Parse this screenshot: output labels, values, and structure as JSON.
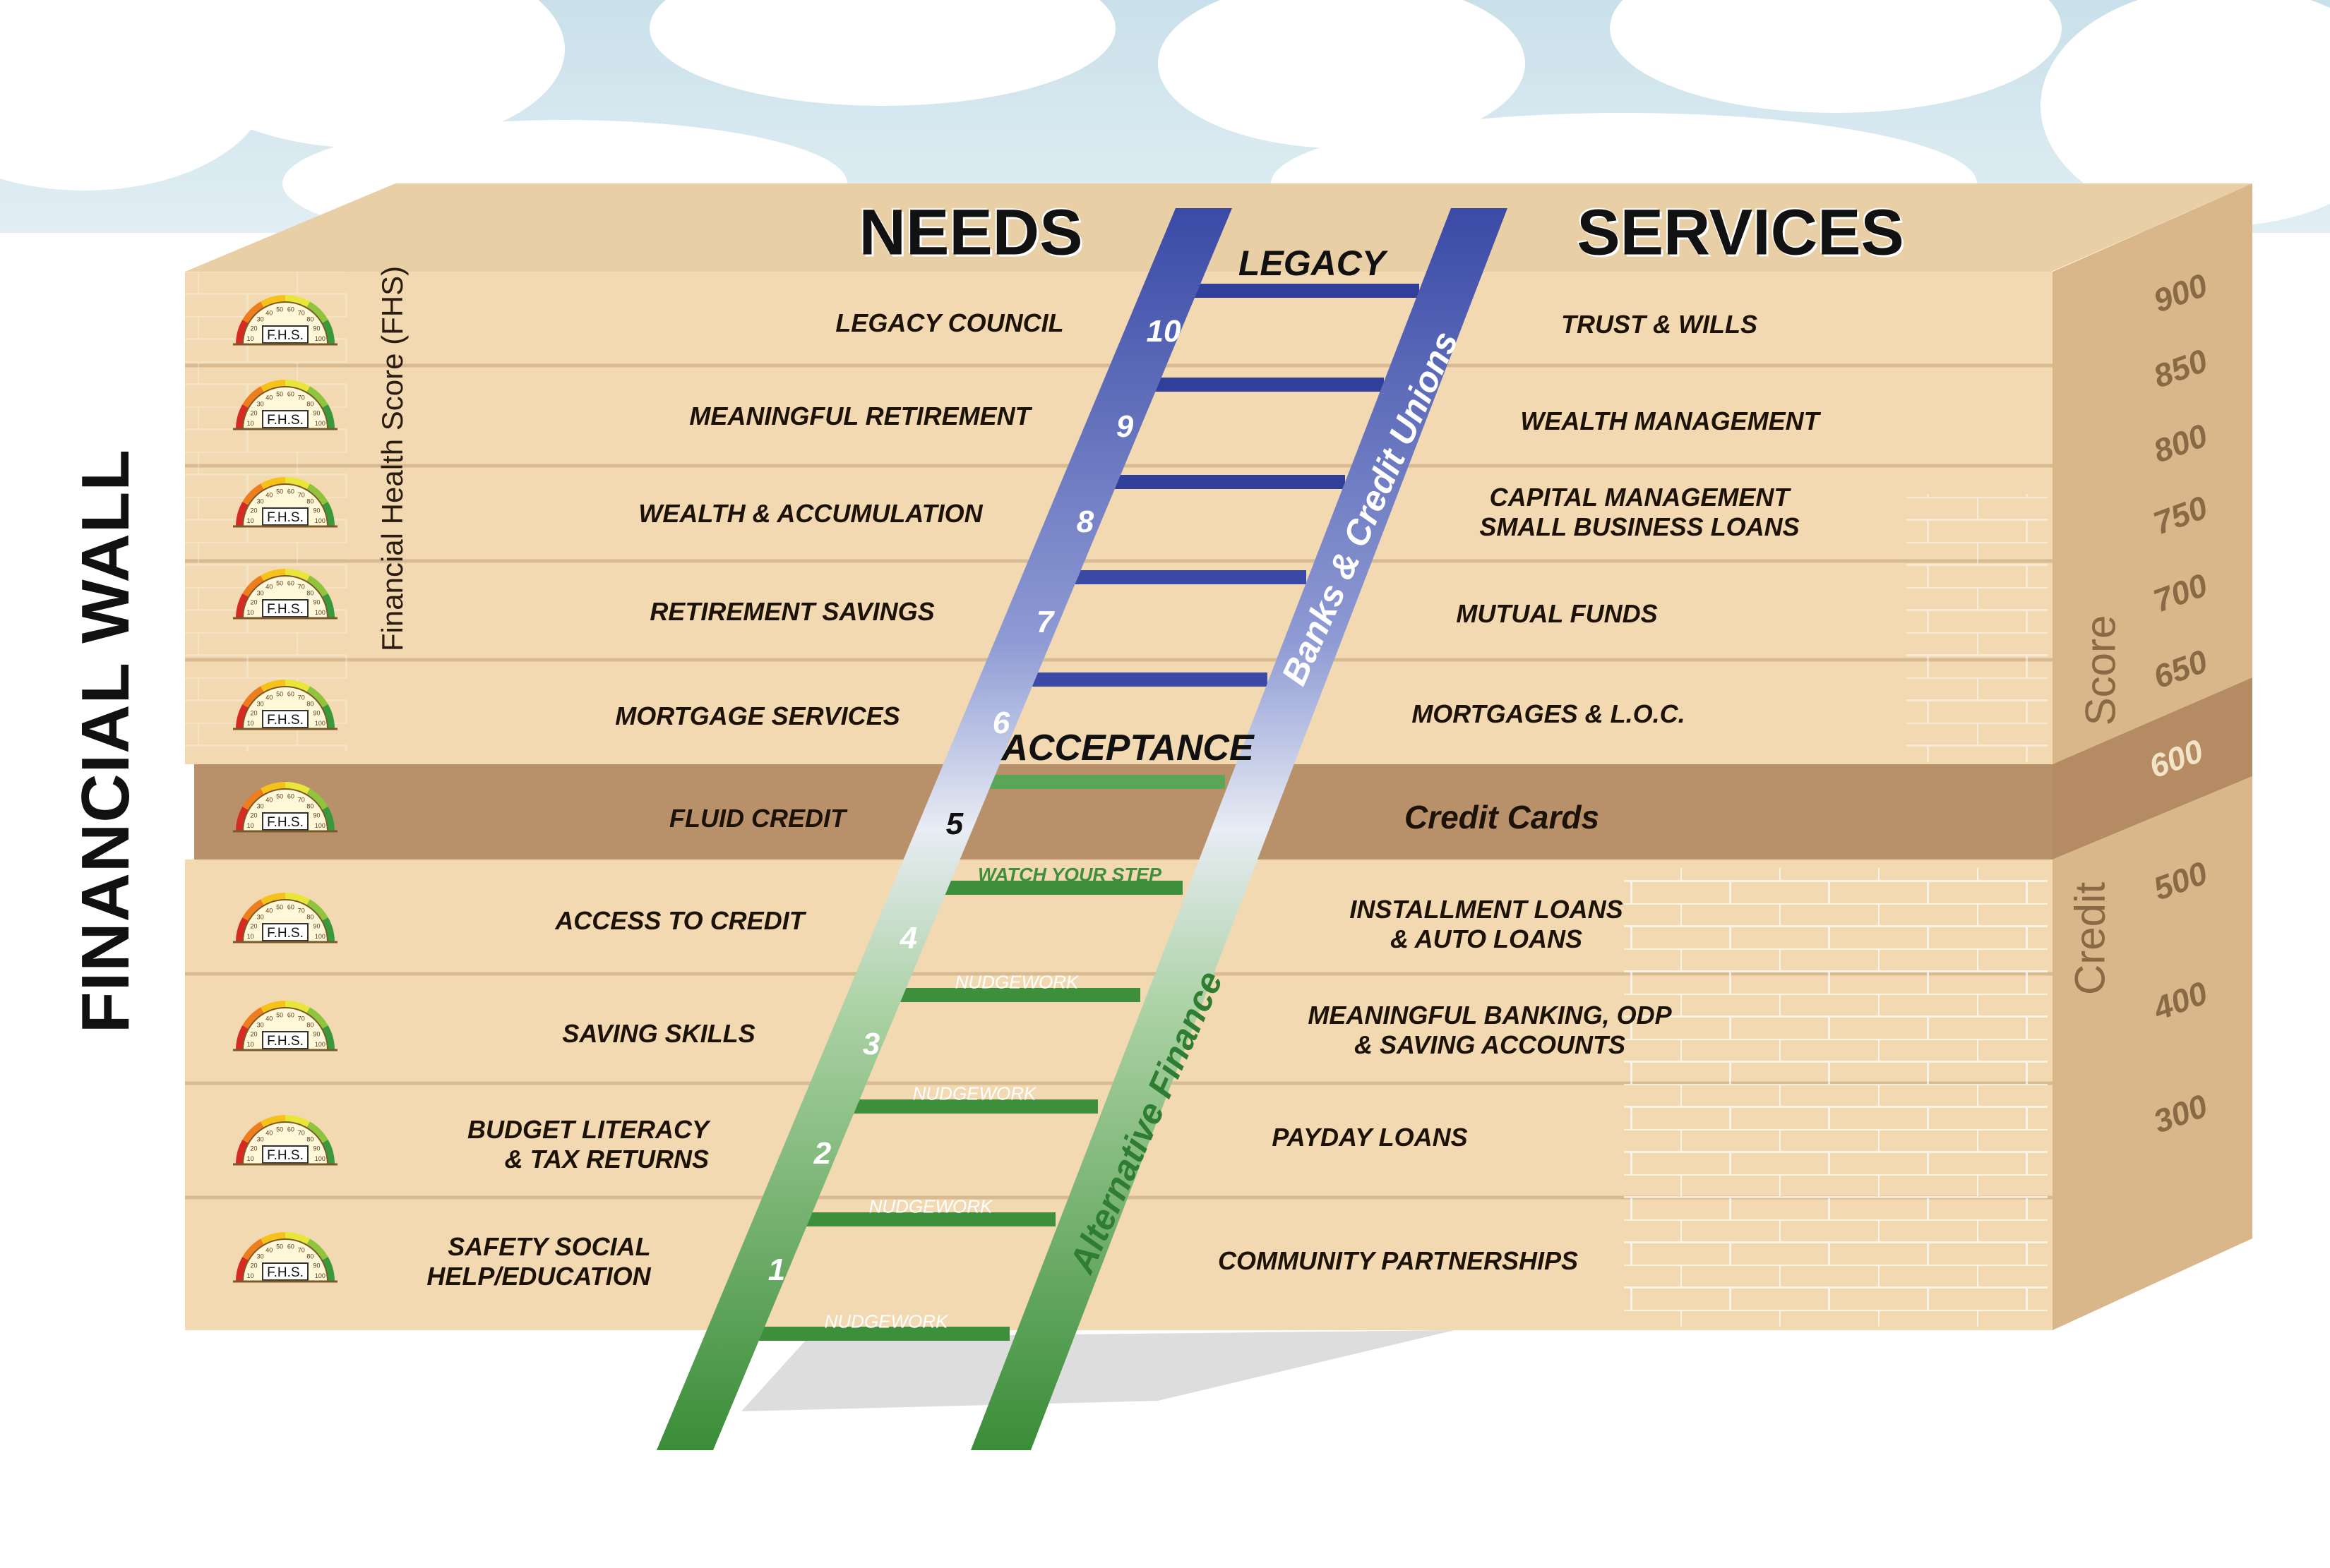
{
  "side_title": "FINANCIAL WALL",
  "fhs_axis_label": "Financial Health Score (FHS)",
  "headers": {
    "needs": "NEEDS",
    "services": "SERVICES"
  },
  "gauge": {
    "text": "F.H.S.",
    "tick_labels": [
      "10",
      "20",
      "30",
      "40",
      "50",
      "60",
      "70",
      "80",
      "90",
      "100"
    ]
  },
  "rows": [
    {
      "need": "LEGACY COUNCIL",
      "service": "TRUST & WILLS"
    },
    {
      "need": "MEANINGFUL RETIREMENT",
      "service": "WEALTH MANAGEMENT"
    },
    {
      "need": "WEALTH & ACCUMULATION",
      "service": "CAPITAL MANAGEMENT\nSMALL BUSINESS LOANS"
    },
    {
      "need": "RETIREMENT SAVINGS",
      "service": "MUTUAL FUNDS"
    },
    {
      "need": "MORTGAGE SERVICES",
      "service": "MORTGAGES & L.O.C."
    },
    {
      "need": "FLUID CREDIT",
      "service": "Credit Cards"
    },
    {
      "need": "ACCESS TO CREDIT",
      "service": "INSTALLMENT LOANS\n& AUTO LOANS"
    },
    {
      "need": "SAVING SKILLS",
      "service": "MEANINGFUL BANKING, ODP\n& SAVING ACCOUNTS"
    },
    {
      "need": "BUDGET LITERACY\n& TAX RETURNS",
      "service": "PAYDAY LOANS"
    },
    {
      "need": "SAFETY SOCIAL\nHELP/EDUCATION",
      "service": "COMMUNITY PARTNERSHIPS"
    }
  ],
  "ladder": {
    "top_label": "LEGACY",
    "middle_label": "ACCEPTANCE",
    "watch_label": "WATCH YOUR STEP",
    "rung_labels": [
      "NUDGEWORK",
      "NUDGEWORK",
      "NUDGEWORK",
      "NUDGEWORK"
    ],
    "step_numbers": [
      "10",
      "9",
      "8",
      "7",
      "6",
      "5",
      "4",
      "3",
      "2",
      "1"
    ],
    "upper_rail_text": "Banks & Credit Unions",
    "lower_rail_text": "Alternative Finance"
  },
  "scores": [
    "900",
    "850",
    "800",
    "750",
    "700",
    "650",
    "600",
    "500",
    "400",
    "300"
  ],
  "side_words": {
    "score": "Score",
    "credit": "Credit"
  },
  "colors": {
    "wall": "#f2d9b2",
    "wall_dark": "#cba982",
    "band": "#b8916a",
    "ladder_blue": "#3d4fa8",
    "ladder_green": "#3d8f3c",
    "sky": "#d4e6ee"
  }
}
